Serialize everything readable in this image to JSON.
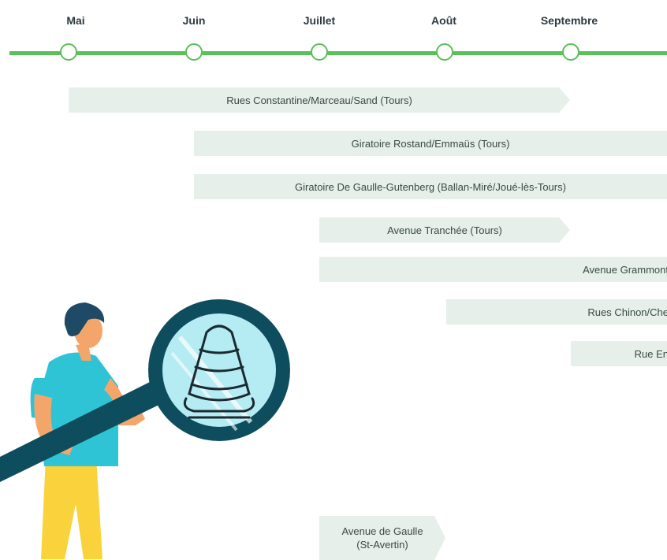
{
  "timeline": {
    "months": [
      "Mai",
      "Juin",
      "Juillet",
      "Août",
      "Septembre"
    ],
    "line_color": "#5bbf5a"
  },
  "works": [
    {
      "label": "Rues Constantine/Marceau/Sand (Tours)"
    },
    {
      "label": "Giratoire Rostand/Emmaüs (Tours)"
    },
    {
      "label": "Giratoire De Gaulle-Gutenberg (Ballan-Miré/Joué-lès-Tours)"
    },
    {
      "label": "Avenue Tranchée (Tours)"
    },
    {
      "label": "Avenue Grammont"
    },
    {
      "label": "Rues Chinon/Che"
    },
    {
      "label": "Rue En"
    },
    {
      "label_line1": "Avenue de Gaulle",
      "label_line2": "(St-Avertin)"
    }
  ],
  "illustration": {
    "icon": "traffic-cone-icon",
    "subject": "person-holding-magnifying-glass"
  }
}
